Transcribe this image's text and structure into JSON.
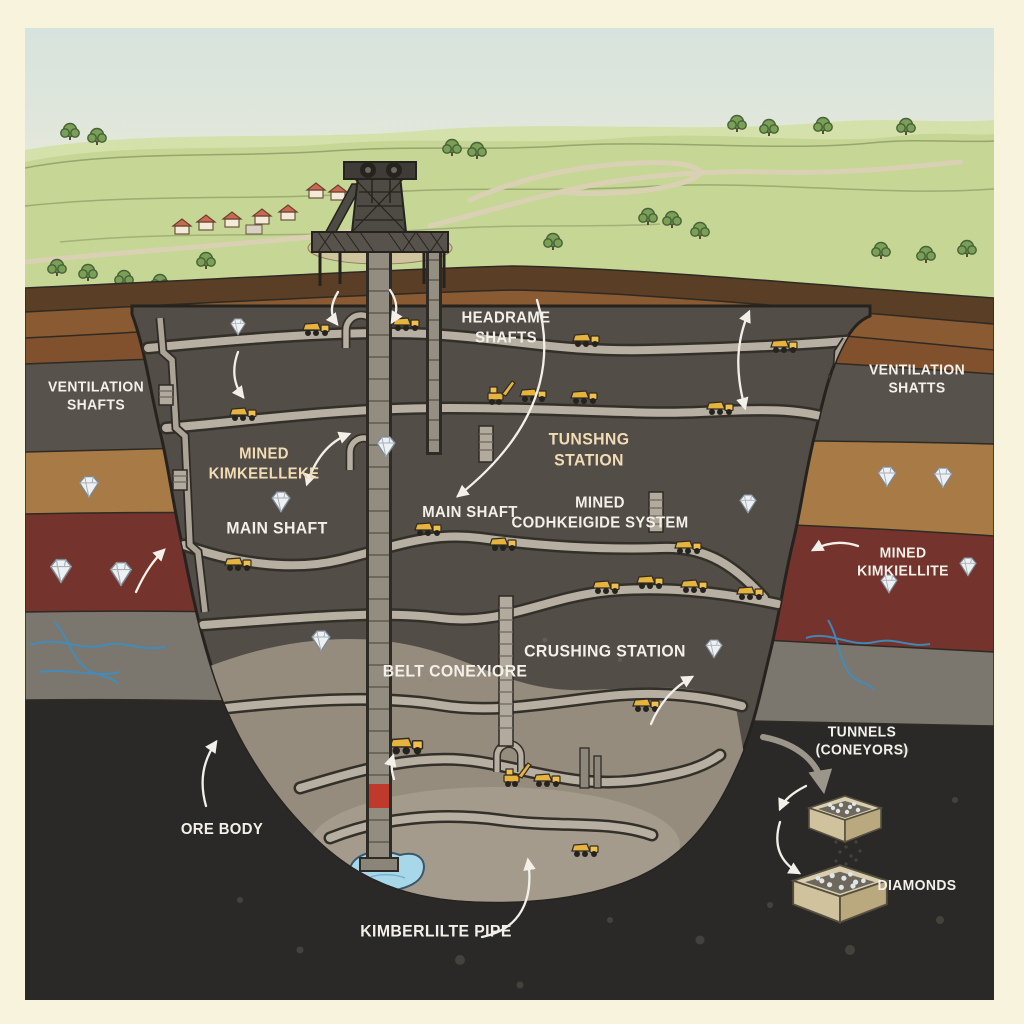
{
  "scene": {
    "type": "diamond-mine-cross-section-infographic",
    "labels": {
      "headframe_shafts": "HEADRAME\nSHAFTS",
      "ventilation_shafts_left": "VENTILATION\nSHAFTS",
      "ventilation_shafts_right": "VENTILATION\nSHATTS",
      "mined_kimberlite_left": "MINED\nKIMKEELLEKE",
      "tunneling_station": "TUNSHNG\nSTATION",
      "main_shaft_left": "MAIN SHAFT",
      "main_shaft_center": "MAIN SHAFT",
      "mined_conveyor_system": "MINED\nCODHKEIGIDE SYSTEM",
      "mined_kimberlite_right": "MINED\nKIMKIELLITE",
      "belt_conveyors": "BELT CONEXIORE",
      "crushing_station": "CRUSHING STATION",
      "tunnels_conveyors": "TUNNELS\n(CONEYORS)",
      "ore_body": "ORE BODY",
      "kimberlite_pipe": "KIMBERLILTE PIPE",
      "diamonds": "DIAMONDS"
    },
    "colors": {
      "border_cream": "#f8f3dc",
      "sky_top": "#d7e3dd",
      "grass_green": "#c6d695",
      "topsoil_brown": "#5a3e25",
      "brown_layer": "#8a5a33",
      "gray_layer": "#57524b",
      "tan_layer": "#a87a46",
      "maroon_ore_layer": "#74332c",
      "vein_gray_layer": "#7b766e",
      "charcoal_rock": "#2b2927",
      "pit_rock_dark": "#524d47",
      "pit_rock_light": "#978e80",
      "road_gray": "#b7afa1",
      "truck_yellow": "#e6b33c",
      "diamond_white": "#eef1f3",
      "pond_blue": "#a9d7ea",
      "water_vein_blue": "#3d8fc2",
      "label_white": "#f3f0e9",
      "label_cream": "#f2dcb4",
      "shaft_red_segment": "#bf3a2b",
      "crate_tan": "#d9cfae"
    },
    "icons": [
      "diamond-gem-icon",
      "dump-truck-icon",
      "excavator-icon",
      "headframe-icon",
      "ore-crate-icon",
      "flow-arrow-icon",
      "tree-icon",
      "house-icon",
      "pond",
      "water-veins"
    ]
  }
}
